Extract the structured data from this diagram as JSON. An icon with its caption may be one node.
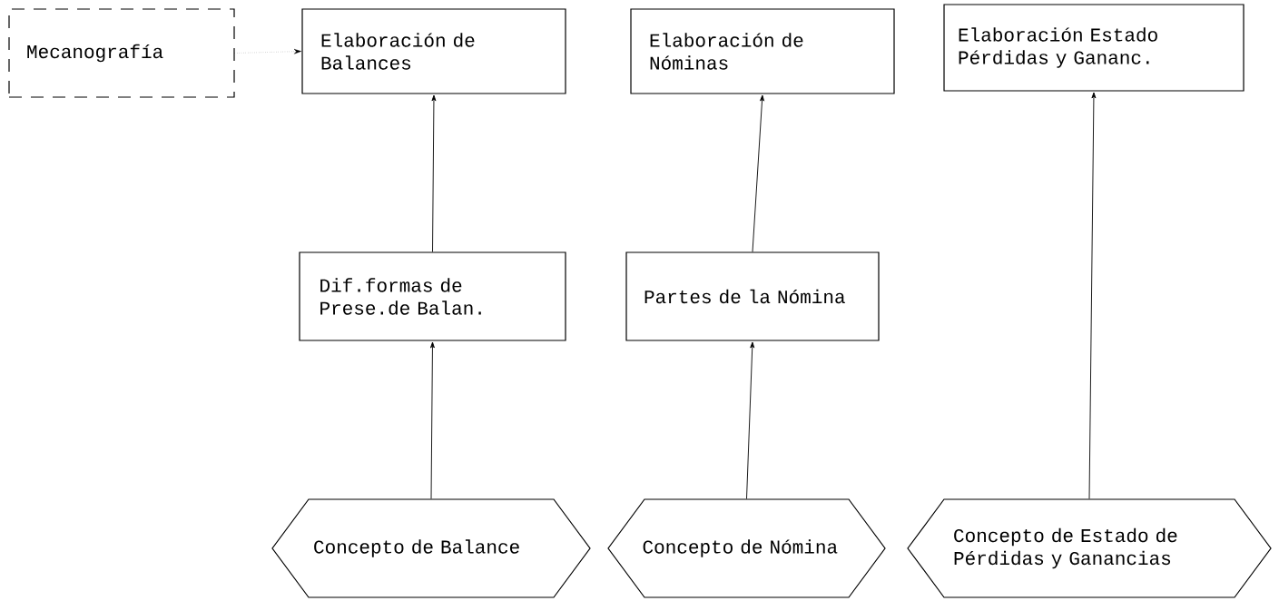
{
  "diagram": {
    "nodes": [
      {
        "text": [
          "Mecanografía"
        ]
      },
      {
        "text": [
          "Elaboración de Balances"
        ]
      },
      {
        "text": [
          "Elaboración de Nóminas"
        ]
      },
      {
        "text": [
          "Elaboración Estado Pérdidas y Gananc."
        ]
      },
      {
        "text": [
          "Dif.formas de Prese.de Balan."
        ]
      },
      {
        "text": [
          "Partes de la Nómina"
        ]
      },
      {
        "text": [
          "Concepto de Balance"
        ]
      },
      {
        "text": [
          "Concepto de Nómina"
        ]
      },
      {
        "text": [
          "Concepto de Estado de Pérdidas y Ganancias"
        ]
      }
    ],
    "edges": [
      {
        "from": 0,
        "to": 1,
        "arrow": "to",
        "style": "dashed"
      },
      {
        "from": 4,
        "to": 1,
        "arrow": "to"
      },
      {
        "from": 5,
        "to": 2,
        "arrow": "to"
      },
      {
        "from": 6,
        "to": 4,
        "arrow": "to"
      },
      {
        "from": 7,
        "to": 5,
        "arrow": "to"
      },
      {
        "from": 8,
        "to": 3,
        "arrow": "to"
      }
    ]
  }
}
